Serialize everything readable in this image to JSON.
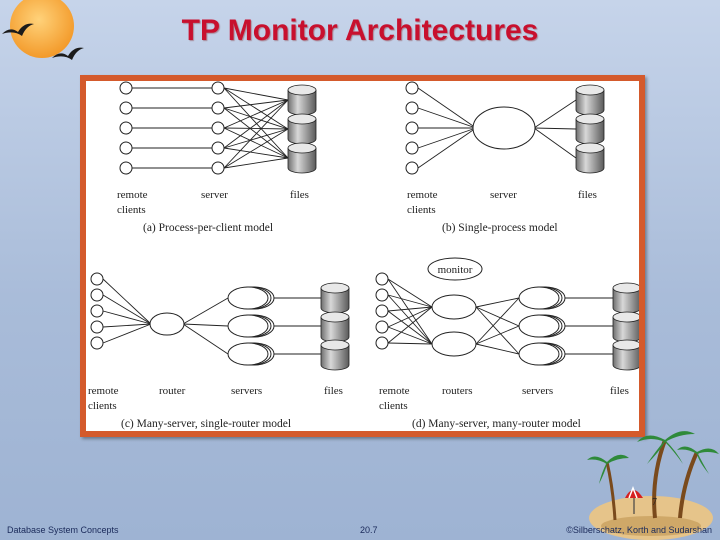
{
  "slide": {
    "title": "TP Monitor Architectures",
    "page_number": "7"
  },
  "figure": {
    "panels": {
      "a": {
        "caption": "(a) Process-per-client model",
        "labels": {
          "clients_line1": "remote",
          "clients_line2": "clients",
          "server": "server",
          "files": "files"
        }
      },
      "b": {
        "caption": "(b) Single-process model",
        "labels": {
          "clients_line1": "remote",
          "clients_line2": "clients",
          "server": "server",
          "files": "files"
        }
      },
      "c": {
        "caption": "(c) Many-server, single-router model",
        "labels": {
          "clients_line1": "remote",
          "clients_line2": "clients",
          "router": "router",
          "servers": "servers",
          "files": "files"
        }
      },
      "d": {
        "caption": "(d) Many-server, many-router model",
        "labels": {
          "monitor": "monitor",
          "clients_line1": "remote",
          "clients_line2": "clients",
          "routers": "routers",
          "servers": "servers",
          "files": "files"
        }
      }
    }
  },
  "footer": {
    "left": "Database System Concepts",
    "center": "20.7",
    "right": "©Silberschatz, Korth and Sudarshan"
  },
  "colors": {
    "title": "#c8102e",
    "frame": "#d45a2c",
    "footer_text": "#1a2a5a"
  }
}
